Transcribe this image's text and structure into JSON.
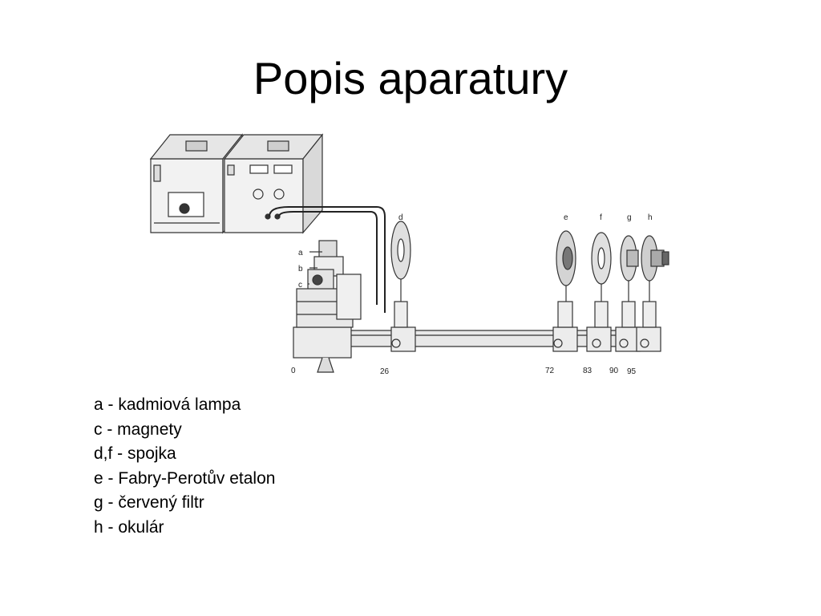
{
  "slide": {
    "title": "Popis aparatury"
  },
  "diagram": {
    "component_labels": [
      "a",
      "b",
      "c",
      "d",
      "e",
      "f",
      "g",
      "h"
    ],
    "rail_positions": [
      "0",
      "26",
      "72",
      "83",
      "90",
      "95"
    ]
  },
  "legend": {
    "items": [
      "a - kadmiová lampa",
      "c - magnety",
      "d,f - spojka",
      "e - Fabry-Perotův etalon",
      "g - červený filtr",
      "h - okulár"
    ]
  }
}
